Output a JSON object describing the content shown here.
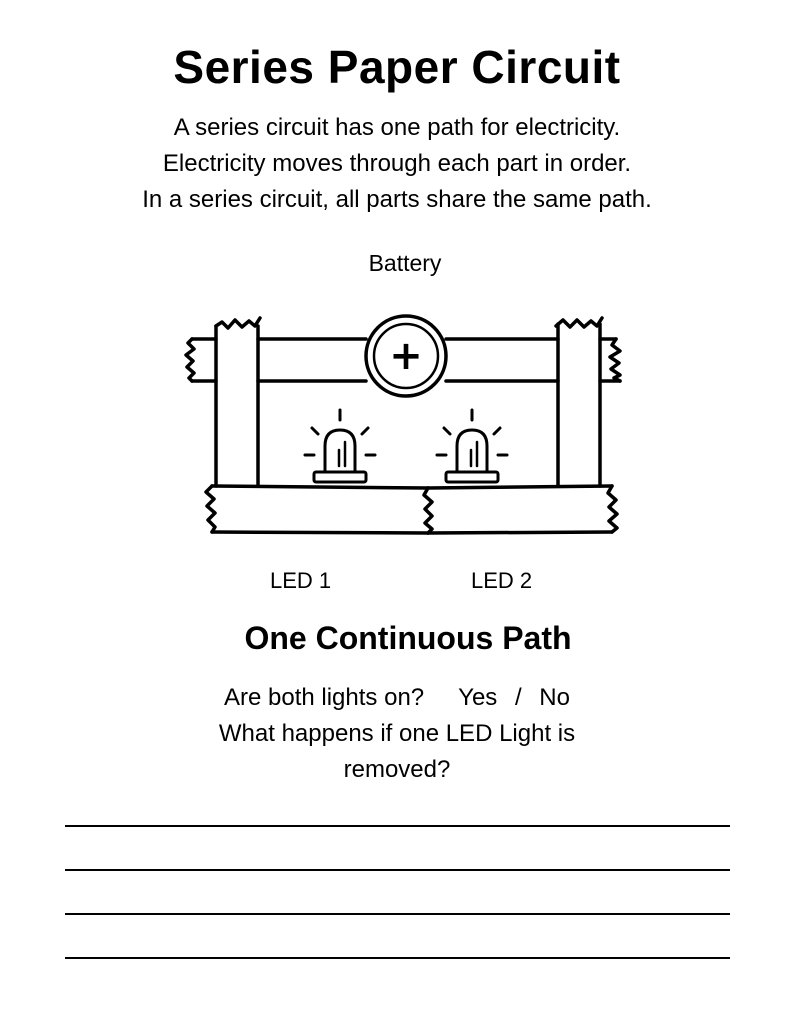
{
  "title": "Series Paper Circuit",
  "intro_lines": [
    "A series circuit has one path for electricity.",
    "Electricity moves through each part in order.",
    "In a series circuit, all parts share the same path."
  ],
  "diagram": {
    "battery_label": "Battery",
    "battery_symbol": "+",
    "led_labels": [
      "LED 1",
      "LED 2"
    ]
  },
  "subtitle": "One Continuous Path",
  "questions": {
    "q1_text": "Are both lights on?",
    "yes": "Yes",
    "slash": "/",
    "no": "No",
    "q2_line1": "What happens if one LED Light is",
    "q2_line2": "removed?"
  },
  "answer_lines": 4
}
